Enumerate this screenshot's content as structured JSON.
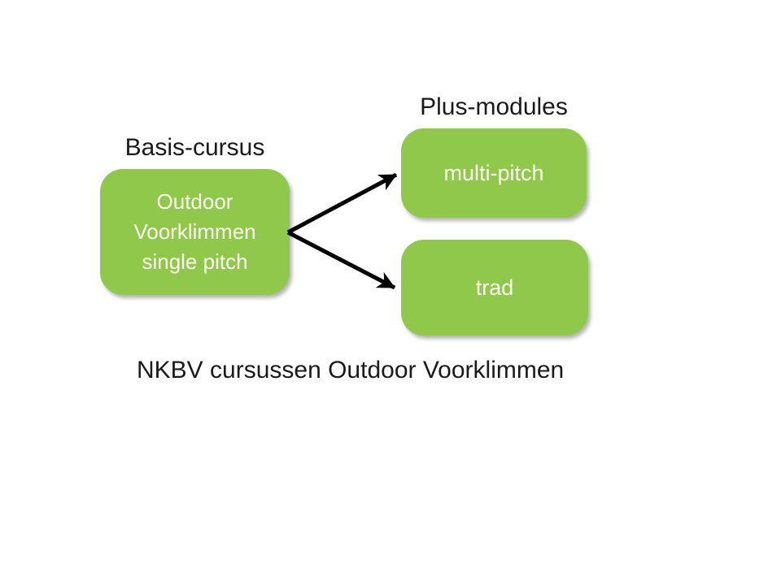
{
  "diagram": {
    "labels": {
      "basis": "Basis-cursus",
      "plus": "Plus-modules"
    },
    "nodes": {
      "basis_node": {
        "label": "Outdoor Voorklimmen single pitch",
        "lines": [
          "Outdoor",
          "Voorklimmen",
          "single pitch"
        ]
      },
      "multi_pitch_node": {
        "label": "multi-pitch"
      },
      "trad_node": {
        "label": "trad"
      }
    },
    "arrows": [
      {
        "from": "basis_node",
        "to": "multi_pitch_node"
      },
      {
        "from": "basis_node",
        "to": "trad_node"
      }
    ],
    "caption": "NKBV cursussen Outdoor Voorklimmen",
    "colors": {
      "background": "#ffffff",
      "node_fill": "#8fc84a",
      "node_text": "#fcfcf5",
      "arrow": "#000000",
      "label_text": "#1a1a1a"
    }
  }
}
